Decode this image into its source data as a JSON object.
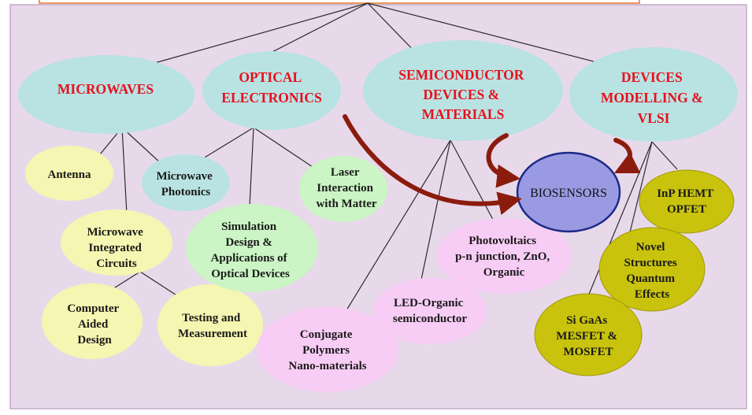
{
  "colors": {
    "panel": "#e8d9ea",
    "panel_border": "#c5a8c9",
    "top_bar_border": "#e0762a",
    "teal": "#b9e2e3",
    "yellow": "#f5f6b1",
    "green": "#cbf5c4",
    "pink": "#f8cdf5",
    "olive": "#c9c30d",
    "biosensors": "#9a9ae2",
    "arrow": "#8b1c0d",
    "red_text": "#e8101c"
  },
  "main": {
    "microwaves": [
      "MICROWAVES"
    ],
    "optical": [
      "OPTICAL",
      "ELECTRONICS"
    ],
    "semiconductor": [
      "SEMICONDUCTOR",
      "DEVICES &",
      "MATERIALS"
    ],
    "devices": [
      "DEVICES",
      "MODELLING &",
      "VLSI"
    ]
  },
  "center": {
    "biosensors": "BIOSENSORS"
  },
  "sub": {
    "antenna": [
      "Antenna"
    ],
    "mw_photonics": [
      "Microwave",
      "Photonics"
    ],
    "mic": [
      "Microwave",
      "Integrated",
      "Circuits"
    ],
    "cad": [
      "Computer",
      "Aided",
      "Design"
    ],
    "testing": [
      "Testing and",
      "Measurement"
    ],
    "laser": [
      "Laser",
      "Interaction",
      "with Matter"
    ],
    "simulation": [
      "Simulation",
      "Design &",
      "Applications of",
      "Optical Devices"
    ],
    "photovoltaics": [
      "Photovoltaics",
      "p-n junction, ZnO,",
      "Organic"
    ],
    "led": [
      "LED-Organic",
      "semiconductor"
    ],
    "conjugate": [
      "Conjugate",
      "Polymers",
      "Nano-materials"
    ],
    "inp": [
      "InP HEMT",
      "OPFET"
    ],
    "novel": [
      "Novel",
      "Structures",
      "Quantum",
      "Effects"
    ],
    "sigaas": [
      "Si GaAs",
      "MESFET &",
      "MOSFET"
    ]
  }
}
